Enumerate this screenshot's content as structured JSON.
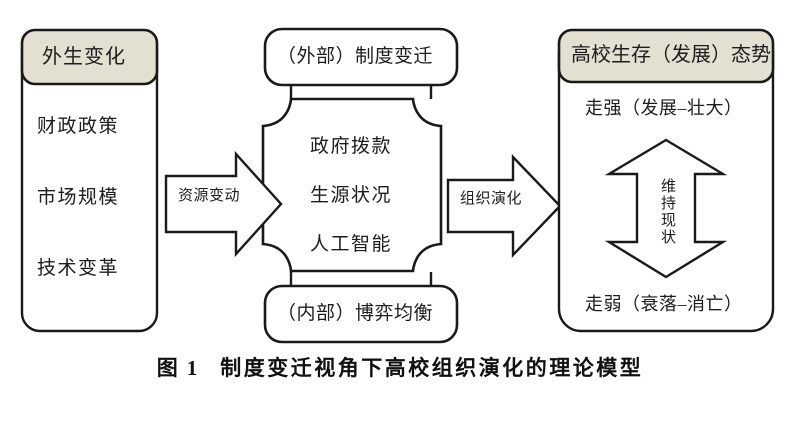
{
  "figure": {
    "caption_prefix": "图",
    "caption_number": "1",
    "caption_title": "制度变迁视角下高校组织演化的理论模型",
    "background_color": "#ffffff",
    "stroke_color": "#1a1a1a",
    "header_fill_color": "#e3dfd1",
    "body_fill_color": "#ffffff"
  },
  "left_panel": {
    "header_label": "外生变化",
    "items": [
      {
        "label": "财政政策"
      },
      {
        "label": "市场规模"
      },
      {
        "label": "技术变革"
      }
    ]
  },
  "top_pill": {
    "label": "（外部）制度变迁"
  },
  "bottom_pill": {
    "label": "（内部）博弈均衡"
  },
  "core_box": {
    "items": [
      {
        "label": "政府拨款"
      },
      {
        "label": "生源状况"
      },
      {
        "label": "人工智能"
      }
    ]
  },
  "arrows": {
    "left_arrow_label": "资源变动",
    "right_arrow_label": "组织演化",
    "vertical_double_arrow_label": "维持现状"
  },
  "right_panel": {
    "header_label": "高校生存（发展）态势",
    "top_outcome_label": "走强（发展–壮大）",
    "bottom_outcome_label": "走弱（衰落–消亡）"
  }
}
